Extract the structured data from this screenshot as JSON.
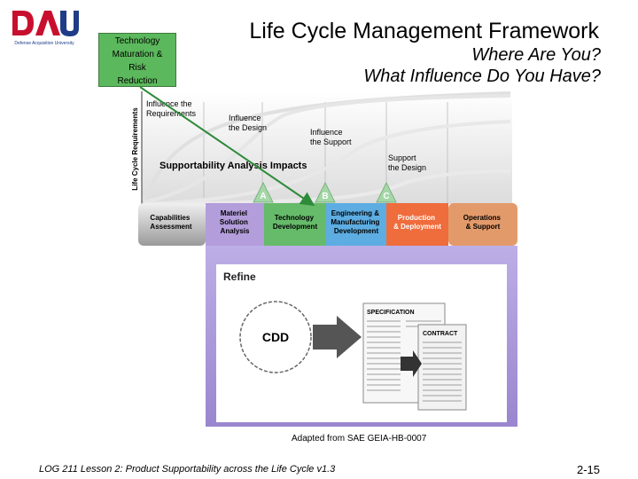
{
  "logo": {
    "text": "DAU",
    "subtext": "Defense Acquisition University",
    "colors": {
      "red": "#c8102e",
      "blue": "#1f3c88"
    }
  },
  "callout": {
    "line1": "Technology",
    "line2": "Maturation &",
    "line3": "Risk",
    "line4": "Reduction",
    "color": "#5cb85c"
  },
  "title": "Life Cycle Management Framework",
  "subtitle": {
    "line1": "Where Are You?",
    "line2": "What Influence Do You Have?"
  },
  "figure": {
    "y_axis_label": "Life Cycle Requirements",
    "curve_labels": {
      "req_1": "Influence the",
      "req_2": "Requirements",
      "design_1": "Influence",
      "design_2": "the Design",
      "support_1": "Influence",
      "support_2": "the Support",
      "sup_design_1": "Support",
      "sup_design_2": "the Design"
    },
    "impacts_label": "Supportability Analysis Impacts",
    "milestones": [
      "A",
      "B",
      "C"
    ],
    "phases": {
      "p1_1": "Capabilities",
      "p1_2": "Assessment",
      "p2_1": "Materiel",
      "p2_2": "Solution",
      "p2_3": "Analysis",
      "p3_1": "Technology",
      "p3_2": "Development",
      "p4_1": "Engineering &",
      "p4_2": "Manufacturing",
      "p4_3": "Development",
      "p5_1": "Production",
      "p5_2": "& Deployment",
      "p6_1": "Operations",
      "p6_2": "& Support"
    },
    "refine_label": "Refine",
    "cdd_label": "CDD",
    "specification_label": "SPECIFICATION",
    "contract_label": "CONTRACT",
    "colors": {
      "materiel": "#b39ddb",
      "technology": "#66bb6a",
      "emd": "#5dade2",
      "production": "#ef6c3c",
      "operations": "#e39a6a",
      "panel": "#b3a0de",
      "milestone": "#a5d6a7"
    }
  },
  "credit": "Adapted from SAE GEIA-HB-0007",
  "footer": {
    "left": "LOG 211 Lesson 2: Product Supportability across the Life Cycle v1.3",
    "page": "2-15"
  }
}
